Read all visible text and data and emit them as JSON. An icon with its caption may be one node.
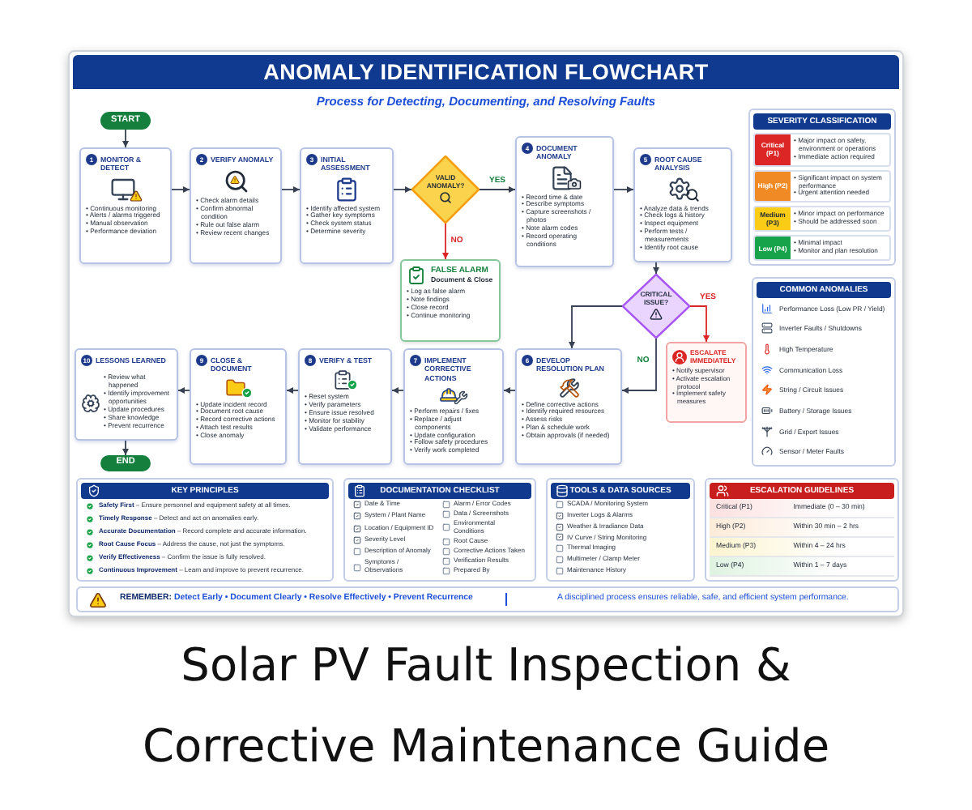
{
  "diagram": {
    "title": "ANOMALY IDENTIFICATION FLOWCHART",
    "caption": "Solar PV Fault Inspection & Corrective Maintenance Guide",
    "nodes": [
      {
        "text": [
          "START"
        ]
      },
      {
        "text": [
          "1",
          "MONITOR & DETECT",
          "• Continuous monitoring",
          "• Alerts / alarms triggered",
          "• Manual observation",
          "• Performance deviation"
        ]
      },
      {
        "text": [
          "2",
          "VERIFY ANOMALY",
          "• Check alarm details",
          "• Confirm abnormal condition",
          "• Rule out false alarm",
          "• Review recent changes"
        ]
      },
      {
        "text": [
          "3",
          "INITIAL ASSESSMENT",
          "• Identify affected system",
          "• Gather key symptoms",
          "• Check system status",
          "• Determine severity"
        ]
      },
      {
        "text": [
          "VALID ANOMALY?"
        ]
      },
      {
        "text": [
          "4",
          "DOCUMENT ANOMALY",
          "• Record time & date",
          "• Describe symptoms",
          "• Capture screenshots / photos",
          "• Note alarm codes",
          "• Record operating conditions"
        ]
      },
      {
        "text": [
          "5",
          "ROOT CAUSE ANALYSIS",
          "• Analyze data & trends",
          "• Check logs & history",
          "• Inspect equipment",
          "• Perform tests / measurements",
          "• Identify root cause"
        ]
      },
      {
        "text": [
          "SEVERITY CLASSIFICATION"
        ]
      },
      {
        "text": [
          "Critical (P1)",
          "• Major impact on safety, environment or operations",
          "• Immediate action required"
        ],
        "in": 7
      },
      {
        "text": [
          "High (P2)",
          "• Significant impact on system performance",
          "• Urgent attention needed"
        ],
        "in": 7
      },
      {
        "text": [
          "Medium (P3)",
          "• Minor impact on performance",
          "• Should be addressed soon"
        ],
        "in": 7
      },
      {
        "text": [
          "Low (P4)",
          "• Minimal impact",
          "• Monitor and plan resolution"
        ],
        "in": 7
      },
      {
        "text": [
          "FALSE ALARM",
          "Document & Close",
          "• Log as false alarm",
          "• Note findings",
          "• Close record",
          "• Continue monitoring"
        ]
      },
      {
        "text": [
          "CRITICAL ISSUE?"
        ]
      },
      {
        "text": [
          "ESCALATE IMMEDIATELY",
          "• Notify supervisor",
          "• Activate escalation protocol",
          "• Implement safety measures"
        ]
      },
      {
        "text": [
          "COMMON ANOMALIES",
          "Performance Loss (Low PR / Yield)",
          "Inverter Faults / Shutdowns",
          "High Temperature",
          "Communication Loss",
          "String / Circuit Issues",
          "Battery / Storage Issues",
          "Grid / Export Issues",
          "Sensor / Meter Faults"
        ]
      },
      {
        "text": [
          "10",
          "LESSONS LEARNED",
          "• Review what happened",
          "• Identify improvement opportunities",
          "• Update procedures",
          "• Share knowledge",
          "• Prevent recurrence"
        ]
      },
      {
        "text": [
          "9",
          "CLOSE & DOCUMENT",
          "• Update incident record",
          "• Document root cause",
          "• Record corrective actions",
          "• Attach test results",
          "• Close anomaly"
        ]
      },
      {
        "text": [
          "8",
          "VERIFY & TEST",
          "• Reset system",
          "• Verify parameters",
          "• Ensure issue resolved",
          "• Monitor for stability",
          "• Validate performance"
        ]
      },
      {
        "text": [
          "7",
          "IMPLEMENT CORRECTIVE ACTIONS",
          "• Perform repairs / fixes",
          "• Replace / adjust components",
          "• Update configuration",
          "• Follow safety procedures",
          "• Verify work completed"
        ]
      },
      {
        "text": [
          "6",
          "DEVELOP RESOLUTION PLAN",
          "• Define corrective actions",
          "• Identify required resources",
          "• Assess risks",
          "• Plan & schedule work",
          "• Obtain approvals (if needed)"
        ]
      },
      {
        "text": [
          "END"
        ]
      },
      {
        "text": [
          "KEY PRINCIPLES",
          "**Safety First** – Ensure personnel and equipment safety at all times.",
          "**Timely Response** – Detect and act on anomalies early.",
          "**Accurate Documentation** – Record complete and accurate information.",
          "**Root Cause Focus** – Address the cause, not just the symptoms.",
          "**Verify Effectiveness** – Confirm the issue is fully resolved.",
          "**Continuous Improvement** – Learn and improve to prevent recurrence."
        ]
      },
      {
        "text": [
          "DOCUMENTATION CHECKLIST",
          "Date & Time",
          "System / Plant Name",
          "Location / Equipment ID",
          "Severity Level",
          "Description of Anomaly",
          "Symptoms / Observations",
          "Alarm / Error Codes",
          "Data / Screenshots",
          "Environmental Conditions",
          "Root Cause",
          "Corrective Actions Taken",
          "Verification Results",
          "Prepared By"
        ]
      },
      {
        "text": [
          "TOOLS & DATA SOURCES",
          "SCADA / Monitoring System",
          "Inverter Logs & Alarms",
          "Weather & Irradiance Data",
          "IV Curve / String Monitoring",
          "Thermal Imaging",
          "Multimeter / Clamp Meter",
          "Maintenance History"
        ]
      },
      {
        "text": [
          "ESCALATION GUIDELINES",
          "Critical (P1)",
          "Immediate (0 – 30 min)",
          "High (P2)",
          "Within 30 min – 2 hrs",
          "Medium (P3)",
          "Within 4 – 24 hrs",
          "Low (P4)",
          "Within 1 – 7 days"
        ]
      },
      {
        "text": [
          "**REMEMBER:** Detect Early • Document Clearly • Resolve Effectively • Prevent Recurrence",
          "A disciplined process ensures reliable, safe, and efficient system performance."
        ]
      }
    ],
    "edges": [
      {
        "from": 0,
        "to": 1,
        "arrow": "to"
      },
      {
        "from": 1,
        "to": 2,
        "arrow": "to"
      },
      {
        "from": 2,
        "to": 3,
        "arrow": "to"
      },
      {
        "from": 3,
        "to": 4,
        "arrow": "to"
      },
      {
        "from": 4,
        "to": 5,
        "arrow": "to",
        "label": "YES"
      },
      {
        "from": 4,
        "to": 12,
        "arrow": "to",
        "label": "NO",
        "color": "#dc2626"
      },
      {
        "from": 5,
        "to": 6,
        "arrow": "to"
      },
      {
        "from": 6,
        "to": 13,
        "arrow": "to"
      },
      {
        "from": 13,
        "to": 14,
        "arrow": "to",
        "label": "YES",
        "color": "#dc2626"
      },
      {
        "from": 13,
        "to": 20,
        "arrow": "to"
      },
      {
        "from": 13,
        "to": 20,
        "arrow": "to",
        "label": "NO"
      },
      {
        "from": 20,
        "to": 19,
        "arrow": "to"
      },
      {
        "from": 19,
        "to": 18,
        "arrow": "to"
      },
      {
        "from": 18,
        "to": 17,
        "arrow": "to"
      },
      {
        "from": 17,
        "to": 16,
        "arrow": "to"
      },
      {
        "from": 16,
        "to": 21,
        "arrow": "to"
      }
    ],
    "labels": [
      "Process for Detecting, Documenting, and Resolving Faults"
    ]
  }
}
